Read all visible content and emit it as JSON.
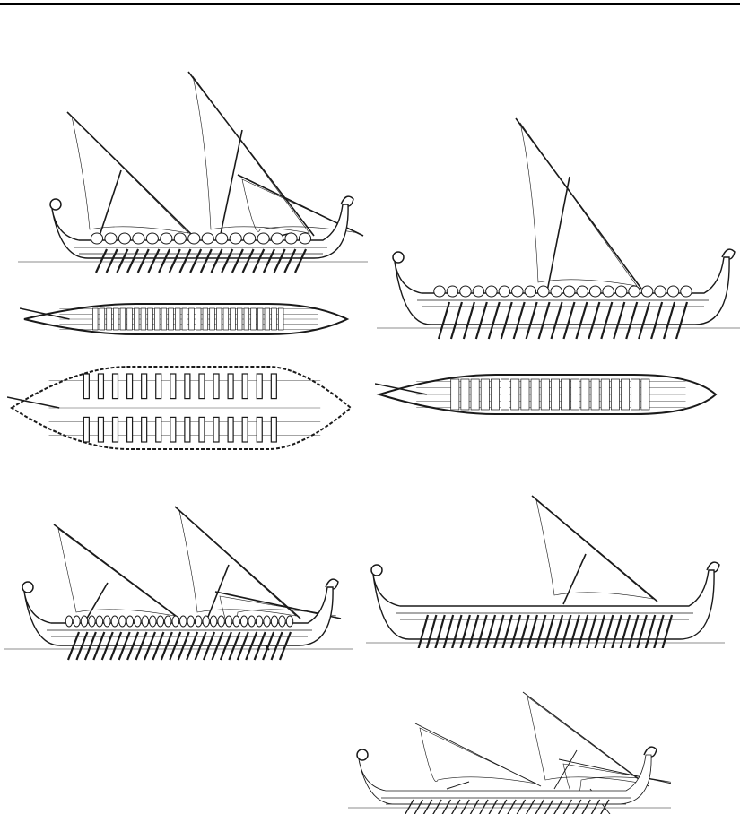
{
  "page": {
    "ink_color": "#1a1a1a",
    "paper_color": "#ffffff",
    "figures": [
      {
        "id": "fig-1",
        "kind": "side",
        "masts": 3,
        "shields": 16,
        "oars": 20
      },
      {
        "id": "fig-2",
        "kind": "plan-narrow",
        "benches": 28
      },
      {
        "id": "fig-3",
        "kind": "plan-wide",
        "benches": 14
      },
      {
        "id": "fig-4",
        "kind": "side",
        "masts": 3,
        "shields": 30,
        "oars": 26
      },
      {
        "id": "fig-5",
        "kind": "side",
        "masts": 1,
        "shields": 20,
        "oars": 20
      },
      {
        "id": "fig-6",
        "kind": "plan-narrow",
        "benches": 20
      },
      {
        "id": "fig-7",
        "kind": "side-single",
        "masts": 1,
        "shields": 0,
        "oars": 30
      },
      {
        "id": "fig-8",
        "kind": "side",
        "masts": 3,
        "shields": 0,
        "oars": 22
      }
    ]
  }
}
